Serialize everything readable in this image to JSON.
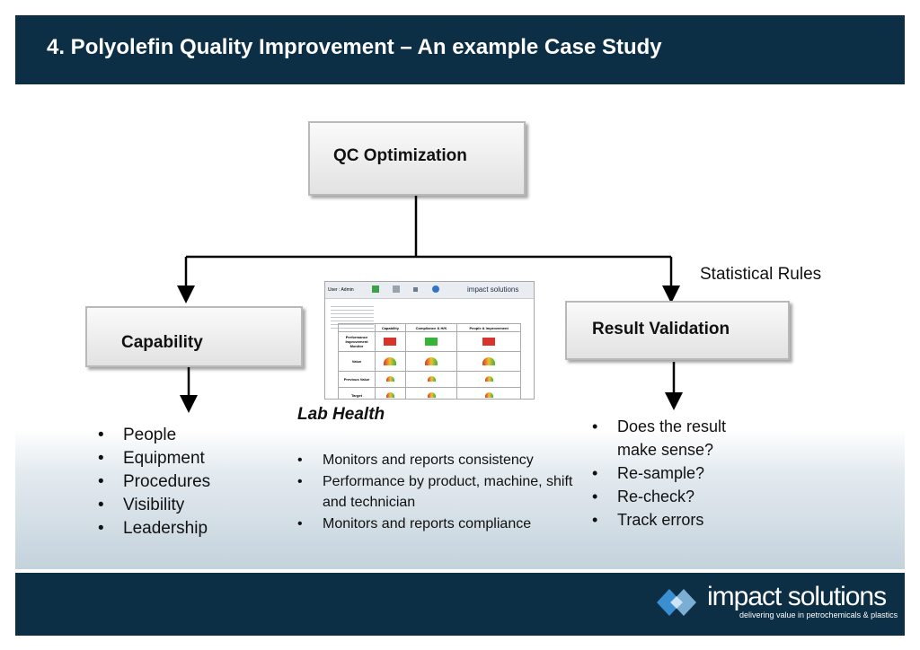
{
  "header": {
    "title": "4. Polyolefin Quality Improvement  – An example Case Study"
  },
  "diagram": {
    "top_box": "QC Optimization",
    "left_box": "Capability",
    "right_box": "Result Validation",
    "right_note": "Statistical Rules",
    "capability_items": [
      "People",
      "Equipment",
      "Procedures",
      "Visibility",
      "Leadership"
    ],
    "lab_health": {
      "title": "Lab Health",
      "items": [
        "Monitors and reports consistency",
        "Performance by product, machine, shift and technician",
        "Monitors and reports compliance"
      ]
    },
    "validation_items": [
      "Does the result make sense?",
      "Re-sample?",
      "Re-check?",
      "Track errors"
    ]
  },
  "dashboard": {
    "user_label": "User : Admin",
    "brand": "impact solutions",
    "columns": [
      "Capability",
      "Compliance & H/K",
      "People & Improvement"
    ],
    "rows": [
      "Performance Improvement Monitor",
      "Value",
      "Previous Value",
      "Target"
    ]
  },
  "footer": {
    "logo_name": "impact solutions",
    "logo_tagline": "delivering value in petrochemicals & plastics"
  },
  "colors": {
    "dark_navy": "#0c2f45",
    "logo_blue": "#3a8fd0"
  }
}
